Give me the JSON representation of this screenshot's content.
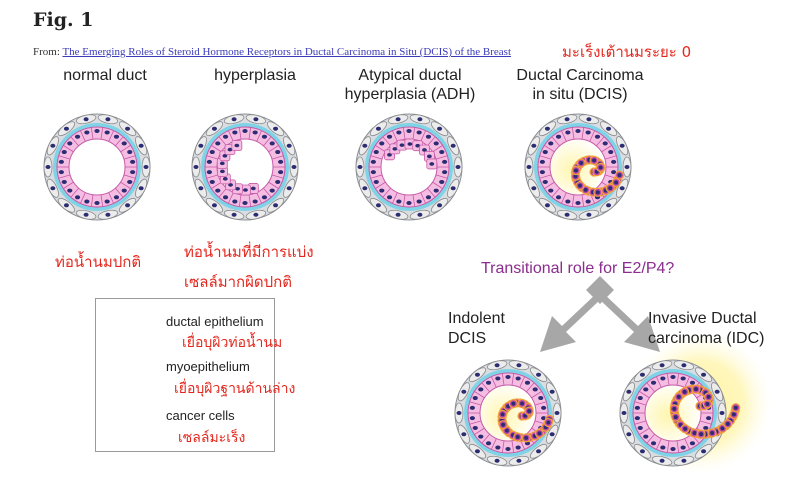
{
  "figure": {
    "title": "Fig. 1",
    "source_prefix": "From: ",
    "source_link": "The Emerging Roles of Steroid Hormone Receptors in Ductal Carcinoma in Situ (DCIS) of the Breast"
  },
  "stages": {
    "normal": "normal duct",
    "hyperplasia": "hyperplasia",
    "adh_line1": "Atypical ductal",
    "adh_line2": "hyperplasia (ADH)",
    "dcis_line1": "Ductal Carcinoma",
    "dcis_line2": "in situ (DCIS)"
  },
  "transition": {
    "question": "Transitional role for E2/P4?",
    "indolent_line1": "Indolent",
    "indolent_line2": "DCIS",
    "idc_line1": "Invasive Ductal",
    "idc_line2": "carcinoma (IDC)"
  },
  "legend": {
    "ductal": "ductal epithelium",
    "myo": "myoepithelium",
    "cancer": "cancer cells"
  },
  "thai_annotations": {
    "stage0": "มะเร็งเต้านมระยะ 0",
    "normal": "ท่อน้ำนมปกติ",
    "hyperplasia_line1": "ท่อน้ำนมที่มีการแบ่ง",
    "hyperplasia_line2": "เซลล์มากผิดปกติ",
    "ductal": "เยื่อบุผิวท่อน้ำนม",
    "myo": "เยื่อบุผิวฐานด้านล่าง",
    "cancer": "เซลล์มะเร็ง"
  },
  "colors": {
    "annotation_red": "#e4271d",
    "transition_purple": "#8b2c8e",
    "duct_cyan": "#7fd3e6",
    "epithelium_pink": "#f4b8e0",
    "nucleus_navy": "#2b2c72",
    "arrow_gray": "#a7a7a7"
  }
}
